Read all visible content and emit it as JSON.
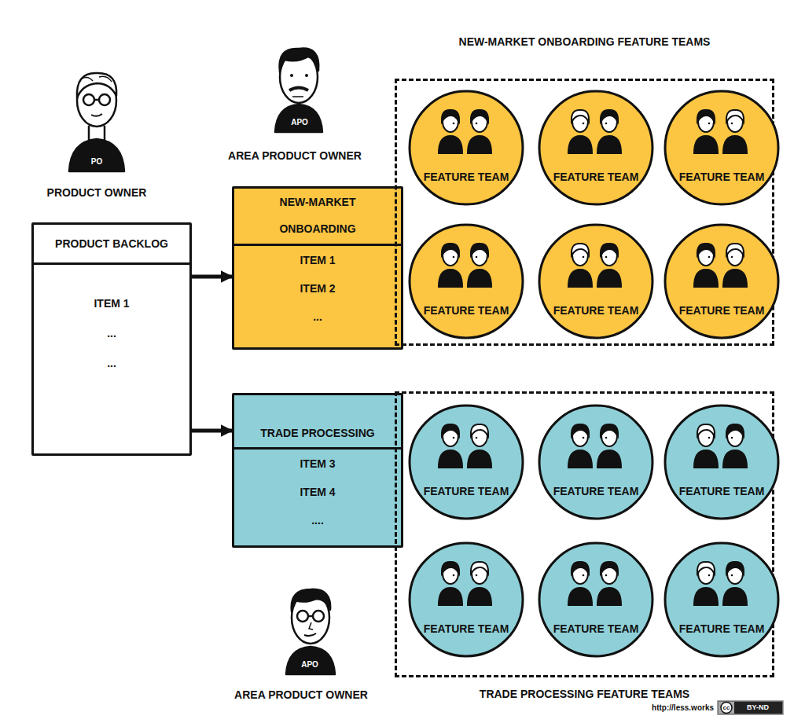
{
  "diagram": {
    "nodes": [
      {
        "text": [
          "PRODUCT BACKLOG",
          "ITEM 1",
          "...",
          "..."
        ]
      },
      {
        "text": [
          "NEW-MARKET ONBOARDING",
          "ITEM 1",
          "ITEM 2",
          "..."
        ]
      },
      {
        "text": [
          "TRADE PROCESSING",
          "ITEM 3",
          "ITEM 4",
          "...."
        ]
      },
      {
        "text": [
          "NEW-MARKET ONBOARDING FEATURE TEAMS"
        ]
      },
      {
        "text": [
          "FEATURE TEAM"
        ],
        "in": 3
      },
      {
        "text": [
          "FEATURE TEAM"
        ],
        "in": 3
      },
      {
        "text": [
          "FEATURE TEAM"
        ],
        "in": 3
      },
      {
        "text": [
          "FEATURE TEAM"
        ],
        "in": 3
      },
      {
        "text": [
          "FEATURE TEAM"
        ],
        "in": 3
      },
      {
        "text": [
          "FEATURE TEAM"
        ],
        "in": 3
      },
      {
        "text": [
          "TRADE PROCESSING FEATURE TEAMS"
        ]
      },
      {
        "text": [
          "FEATURE TEAM"
        ],
        "in": 10
      },
      {
        "text": [
          "FEATURE TEAM"
        ],
        "in": 10
      },
      {
        "text": [
          "FEATURE TEAM"
        ],
        "in": 10
      },
      {
        "text": [
          "FEATURE TEAM"
        ],
        "in": 10
      },
      {
        "text": [
          "FEATURE TEAM"
        ],
        "in": 10
      },
      {
        "text": [
          "FEATURE TEAM"
        ],
        "in": 10
      }
    ],
    "edges": [
      {
        "from": 0,
        "to": 1,
        "arrow": "to"
      },
      {
        "from": 0,
        "to": 2,
        "arrow": "to"
      }
    ],
    "labels": [
      "PO",
      "PRODUCT OWNER",
      "APO",
      "AREA PRODUCT OWNER",
      "APO",
      "AREA PRODUCT OWNER",
      "http://less.works",
      "cc",
      "BY-ND"
    ]
  }
}
